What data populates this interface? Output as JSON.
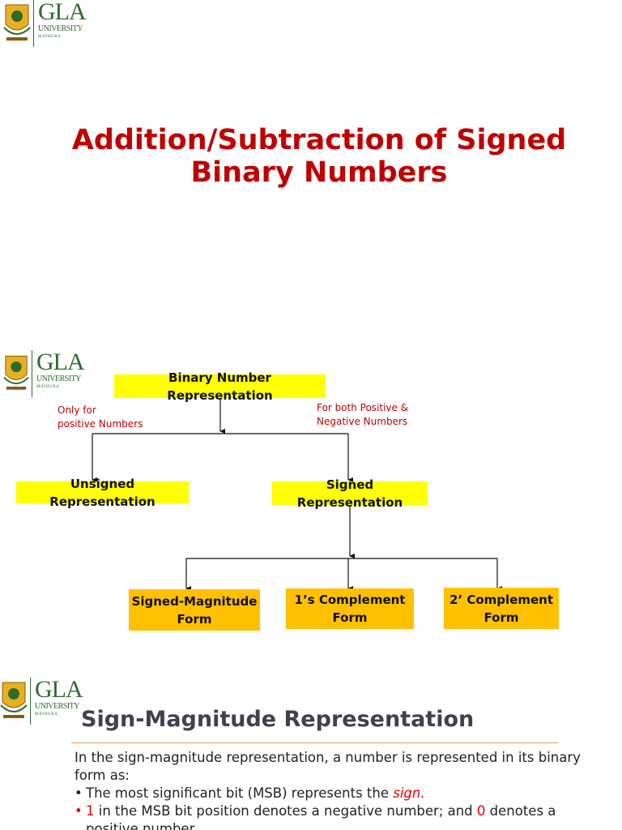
{
  "logo": {
    "name": "GLA",
    "line2": "UNIVERSITY",
    "line3": "MATHURA"
  },
  "slide1": {
    "title_line1": "Addition/Subtraction of Signed",
    "title_line2": "Binary Numbers"
  },
  "slide2": {
    "root": "Binary Number Representation",
    "left_note": "Only for\npositive Numbers",
    "right_note": "For both Positive &\nNegative Numbers",
    "unsigned": "Unsigned Representation",
    "signed": "Signed Representation",
    "form1": "Signed-Magnitude\nForm",
    "form2": "1’s Complement\nForm",
    "form3": "2’ Complement\nForm",
    "colors": {
      "yellow": "#ffff00",
      "orange": "#ffc000",
      "note_red": "#c00000"
    }
  },
  "slide3": {
    "heading": "Sign-Magnitude Representation",
    "intro": "In the sign-magnitude representation, a number is represented in its binary form as:",
    "b1_pre": "The most significant bit (MSB) represents the ",
    "b1_em": "sign.",
    "b2_one": "1",
    "b2_mid": " in the MSB bit position denotes a negative number; and ",
    "b2_zero": "0",
    "b2_post": " denotes a positive number."
  }
}
